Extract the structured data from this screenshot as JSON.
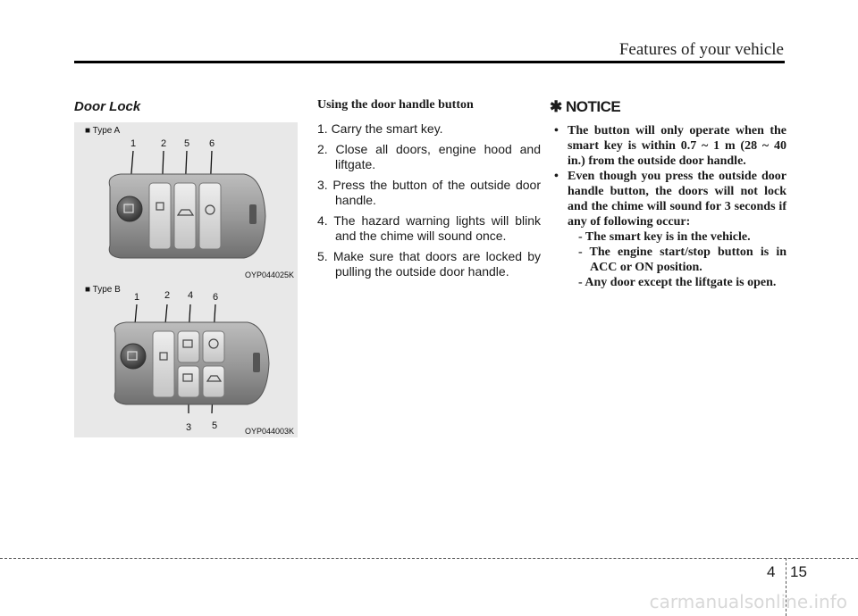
{
  "header": {
    "title": "Features of your vehicle"
  },
  "section": {
    "title": "Door Lock"
  },
  "figures": [
    {
      "type_label": "■ Type A",
      "callouts": [
        "1",
        "2",
        "5",
        "6"
      ],
      "code": "OYP044025K"
    },
    {
      "type_label": "■ Type B",
      "callouts_top": [
        "1",
        "2",
        "4",
        "6"
      ],
      "callouts_bottom": [
        "3",
        "5"
      ],
      "code": "OYP044003K"
    }
  ],
  "procedure": {
    "heading": "Using the door handle button",
    "steps": [
      "1. Carry the smart key.",
      "2. Close all doors, engine hood and liftgate.",
      "3. Press the button of the outside door handle.",
      "4. The hazard warning lights will blink and the chime will sound once.",
      "5. Make sure that doors are locked by pulling the outside door handle."
    ]
  },
  "notice": {
    "title": "✱ NOTICE",
    "bullets": [
      "The button will only operate when the smart key is within 0.7 ~ 1 m (28 ~ 40 in.) from the outside door handle.",
      "Even though you press the outside door handle button, the doors will not lock and the chime will sound for 3 seconds if any of following occur:"
    ],
    "sub_bullets": [
      "- The smart key is in the vehicle.",
      "- The engine start/stop button is in ACC or ON position.",
      "- Any door except the liftgate is open."
    ]
  },
  "footer": {
    "section": "4",
    "page": "15"
  },
  "watermark": "carmanualsonline.info"
}
